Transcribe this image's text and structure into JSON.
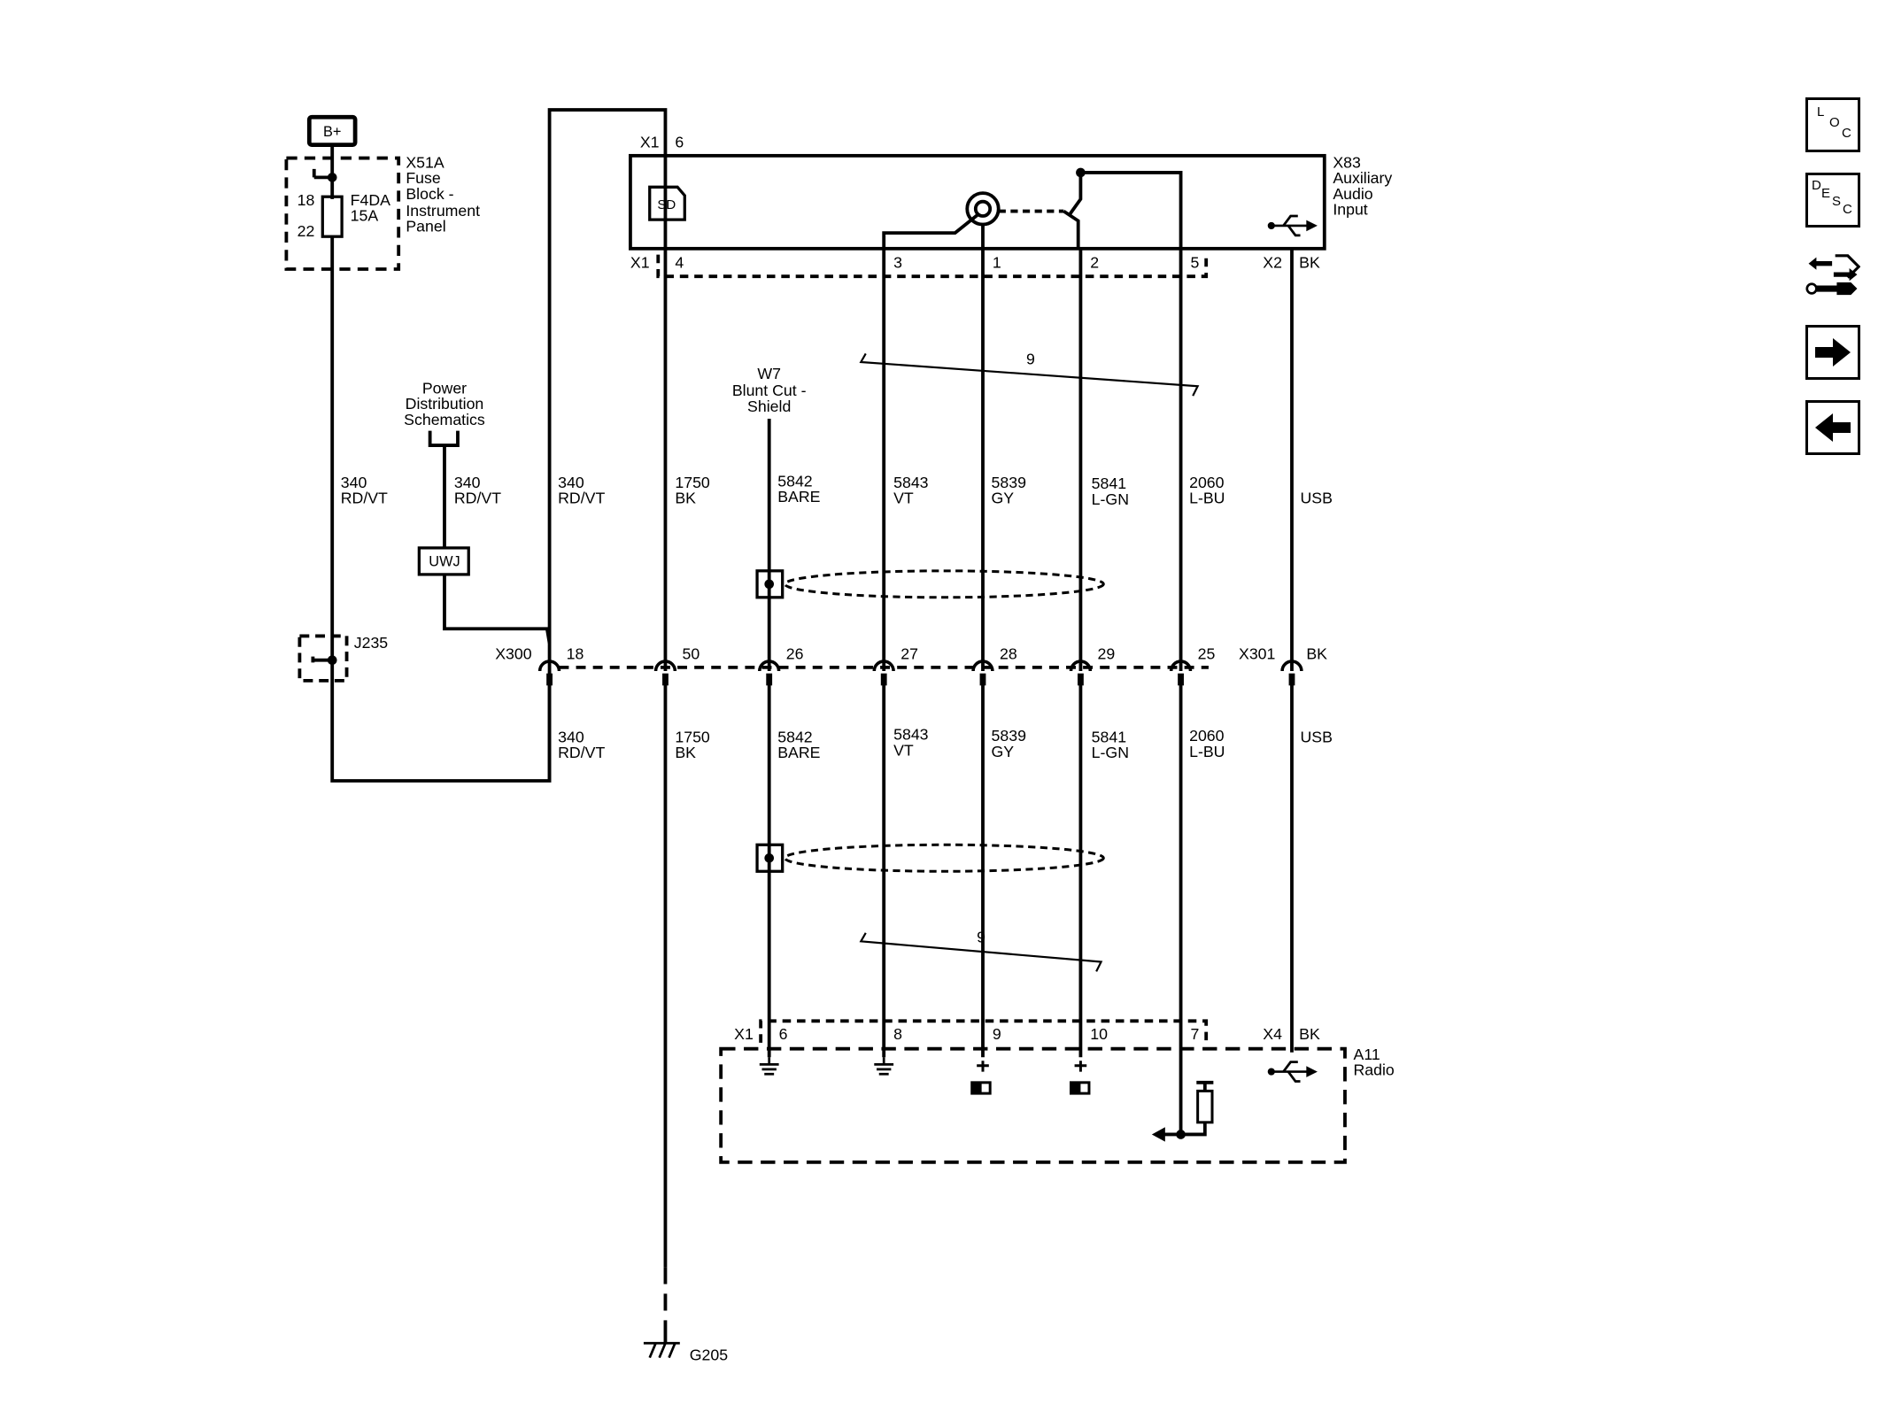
{
  "battery": {
    "label": "B+"
  },
  "fuse_block": {
    "name": "X51A",
    "desc_lines": [
      "Fuse",
      "Block -",
      "Instrument",
      "Panel"
    ],
    "fuse_name": "F4DA",
    "fuse_rating": "15A",
    "pin_in": "18",
    "pin_out": "22"
  },
  "splice_j235": "J235",
  "power_dist": {
    "lines": [
      "Power",
      "Distribution",
      "Schematics"
    ],
    "circuit": "340",
    "color": "RD/VT"
  },
  "uwj": "UWJ",
  "aux_input": {
    "name": "X83",
    "desc_lines": [
      "Auxiliary",
      "Audio",
      "Input"
    ],
    "sd_label": "SD",
    "top_connector": "X1",
    "top_pin": "6",
    "bottom_connector": "X1",
    "usb_connector": "X2",
    "usb_connector_color": "BK"
  },
  "shield": {
    "lines": [
      "W7",
      "Blunt Cut -",
      "Shield"
    ]
  },
  "twist_count": "9",
  "inline_connectors": {
    "x300": "X300",
    "x301": "X301",
    "x301_color": "BK"
  },
  "wires": [
    {
      "id": "w340",
      "circuit": "340",
      "color": "RD/VT",
      "x300_pin": "18"
    },
    {
      "id": "w1750",
      "circuit": "1750",
      "color": "BK",
      "top_pin": "4",
      "x300_pin": "50"
    },
    {
      "id": "w5842",
      "circuit": "5842",
      "color": "BARE",
      "x300_pin": "26",
      "radio_pin": "6"
    },
    {
      "id": "w5843",
      "circuit": "5843",
      "color": "VT",
      "top_pin": "3",
      "x300_pin": "27",
      "radio_pin": "8"
    },
    {
      "id": "w5839",
      "circuit": "5839",
      "color": "GY",
      "top_pin": "1",
      "x300_pin": "28",
      "radio_pin": "9"
    },
    {
      "id": "w5841",
      "circuit": "5841",
      "color": "L-GN",
      "top_pin": "2",
      "x300_pin": "29",
      "radio_pin": "10"
    },
    {
      "id": "w2060",
      "circuit": "2060",
      "color": "L-BU",
      "top_pin": "5",
      "x300_pin": "25",
      "radio_pin": "7"
    },
    {
      "id": "wusb",
      "circuit": "",
      "color": "USB"
    }
  ],
  "radio": {
    "name": "A11",
    "desc": "Radio",
    "connector": "X1",
    "usb_connector": "X4",
    "usb_connector_color": "BK"
  },
  "ground": "G205",
  "nav": {
    "loc": [
      "L",
      "O",
      "C"
    ],
    "desc": [
      "D",
      "E",
      "S",
      "C"
    ]
  }
}
